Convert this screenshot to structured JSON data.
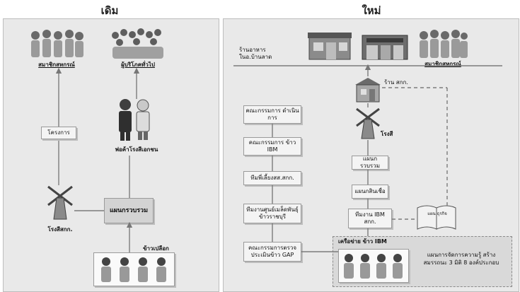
{
  "left": {
    "title": "เดิม",
    "members": "สมาชิกสหกรณ์",
    "public": "ผู้บริโภคทั่วไป",
    "project": "โครงการ",
    "merchant": "พ่อค้าโรงสีเอกชน",
    "rice_mill": "โรงสีสกก.",
    "dept": "แผนกรวบรวม",
    "rice_source": "ข้าวเปลือก"
  },
  "right": {
    "title": "ใหม่",
    "restaurant": "ร้านอาหาร ในอ.บ้านลาด",
    "members": "สมาชิกสหกรณ์",
    "store": "ร้าน สกก.",
    "mill": "โรงสี",
    "committees": [
      "คณะกรรมการ ดำเนินการ",
      "คณะกรรมการ ข้าว IBM",
      "ทีมพี่เลี้ยงสส.สกก.",
      "ทีมงานศูนย์เมล็ดพันธุ์ข้าวราชบุรี",
      "คณะกรรมการตรวจ ประเมินข้าว GAP"
    ],
    "units": [
      "แผนกรวบรวม",
      "แผนกสินเชื่อ",
      "ทีมงาน IBM สกก."
    ],
    "network": "เครือข่าย ข้าว IBM",
    "book": "แผน ธุรกิจ",
    "plan": "แผนการจัดการความรู้ สร้างสมรรถนะ 3 มิติ 8 องค์ประกอบ"
  }
}
